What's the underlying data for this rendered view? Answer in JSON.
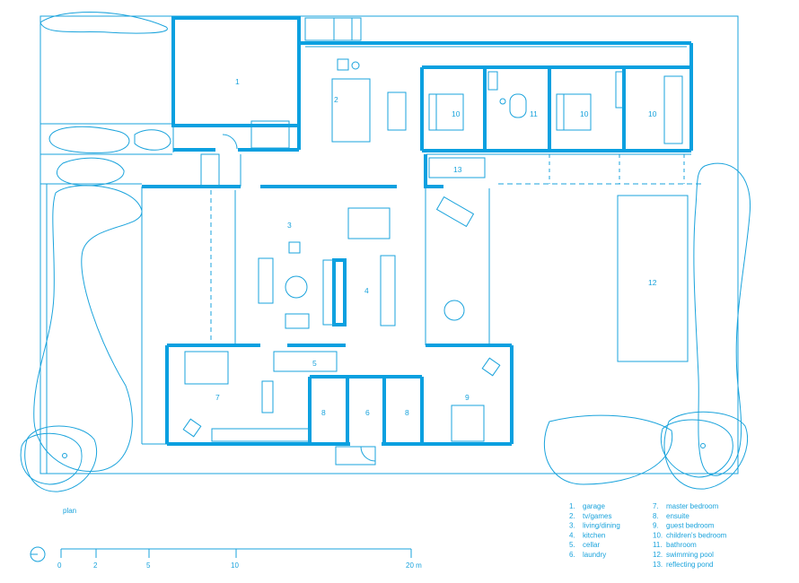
{
  "colors": {
    "line": "#1aa3dc",
    "wall": "#0aa0e0",
    "background": "#ffffff"
  },
  "plan_label": "plan",
  "rooms": [
    {
      "id": "r1",
      "number": "1"
    },
    {
      "id": "r2",
      "number": "2"
    },
    {
      "id": "r3",
      "number": "3"
    },
    {
      "id": "r4",
      "number": "4"
    },
    {
      "id": "r5",
      "number": "5"
    },
    {
      "id": "r6",
      "number": "6"
    },
    {
      "id": "r7",
      "number": "7"
    },
    {
      "id": "r8a",
      "number": "8"
    },
    {
      "id": "r8b",
      "number": "8"
    },
    {
      "id": "r9",
      "number": "9"
    },
    {
      "id": "r10a",
      "number": "10"
    },
    {
      "id": "r10b",
      "number": "10"
    },
    {
      "id": "r10c",
      "number": "10"
    },
    {
      "id": "r11",
      "number": "11"
    },
    {
      "id": "r12",
      "number": "12"
    },
    {
      "id": "r13",
      "number": "13"
    }
  ],
  "legend": [
    {
      "num": "1.",
      "label": "garage"
    },
    {
      "num": "2.",
      "label": "tv/games"
    },
    {
      "num": "3.",
      "label": "living/dining"
    },
    {
      "num": "4.",
      "label": "kitchen"
    },
    {
      "num": "5.",
      "label": "cellar"
    },
    {
      "num": "6.",
      "label": "laundry"
    },
    {
      "num": "7.",
      "label": "master bedroom"
    },
    {
      "num": "8.",
      "label": "ensuite"
    },
    {
      "num": "9.",
      "label": "guest bedroom"
    },
    {
      "num": "10.",
      "label": "children's bedroom"
    },
    {
      "num": "11.",
      "label": "bathroom"
    },
    {
      "num": "12.",
      "label": "swimming pool"
    },
    {
      "num": "13.",
      "label": "reflecting pond"
    }
  ],
  "scale_bar": {
    "ticks": [
      "0",
      "2",
      "5",
      "10",
      "20 m"
    ]
  }
}
